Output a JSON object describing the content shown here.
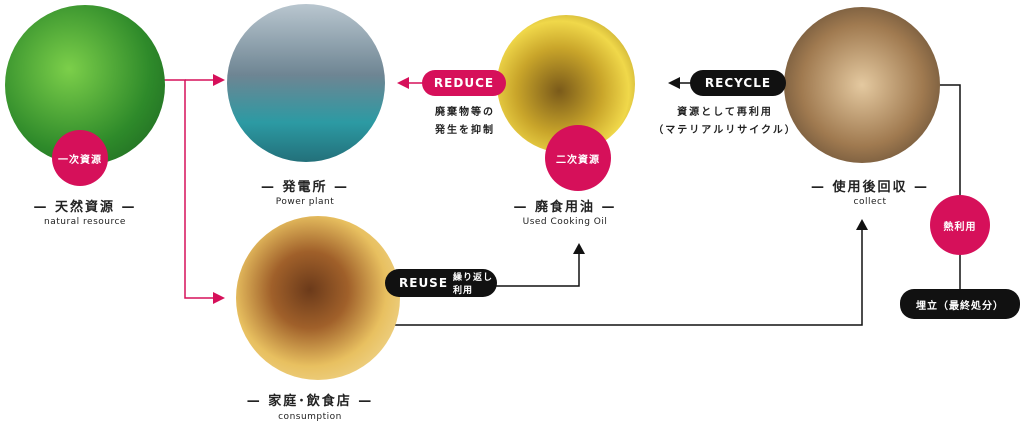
{
  "colors": {
    "accent": "#d6105a",
    "dark": "#111111"
  },
  "nodes": {
    "natural": {
      "title": "— 天然資源 —",
      "subtitle": "natural resource",
      "badge": "一次資源"
    },
    "power": {
      "title": "— 発電所 —",
      "subtitle": "Power plant"
    },
    "oil": {
      "title": "— 廃食用油 —",
      "subtitle": "Used Cooking Oil",
      "badge": "二次資源"
    },
    "collect": {
      "title": "— 使用後回収 —",
      "subtitle": "collect"
    },
    "consumption": {
      "title": "— 家庭･飲食店 —",
      "subtitle": "consumption"
    }
  },
  "flows": {
    "reduce": {
      "label": "REDUCE",
      "note1": "廃棄物等の",
      "note2": "発生を抑制"
    },
    "recycle": {
      "label": "RECYCLE",
      "note1": "資源として再利用",
      "note2": "（マテリアルリサイクル）"
    },
    "reuse": {
      "label": "REUSE",
      "note": "繰り返し利用"
    },
    "heat": {
      "label": "熱利用"
    },
    "landfill": {
      "label": "埋立（最終処分）"
    }
  }
}
